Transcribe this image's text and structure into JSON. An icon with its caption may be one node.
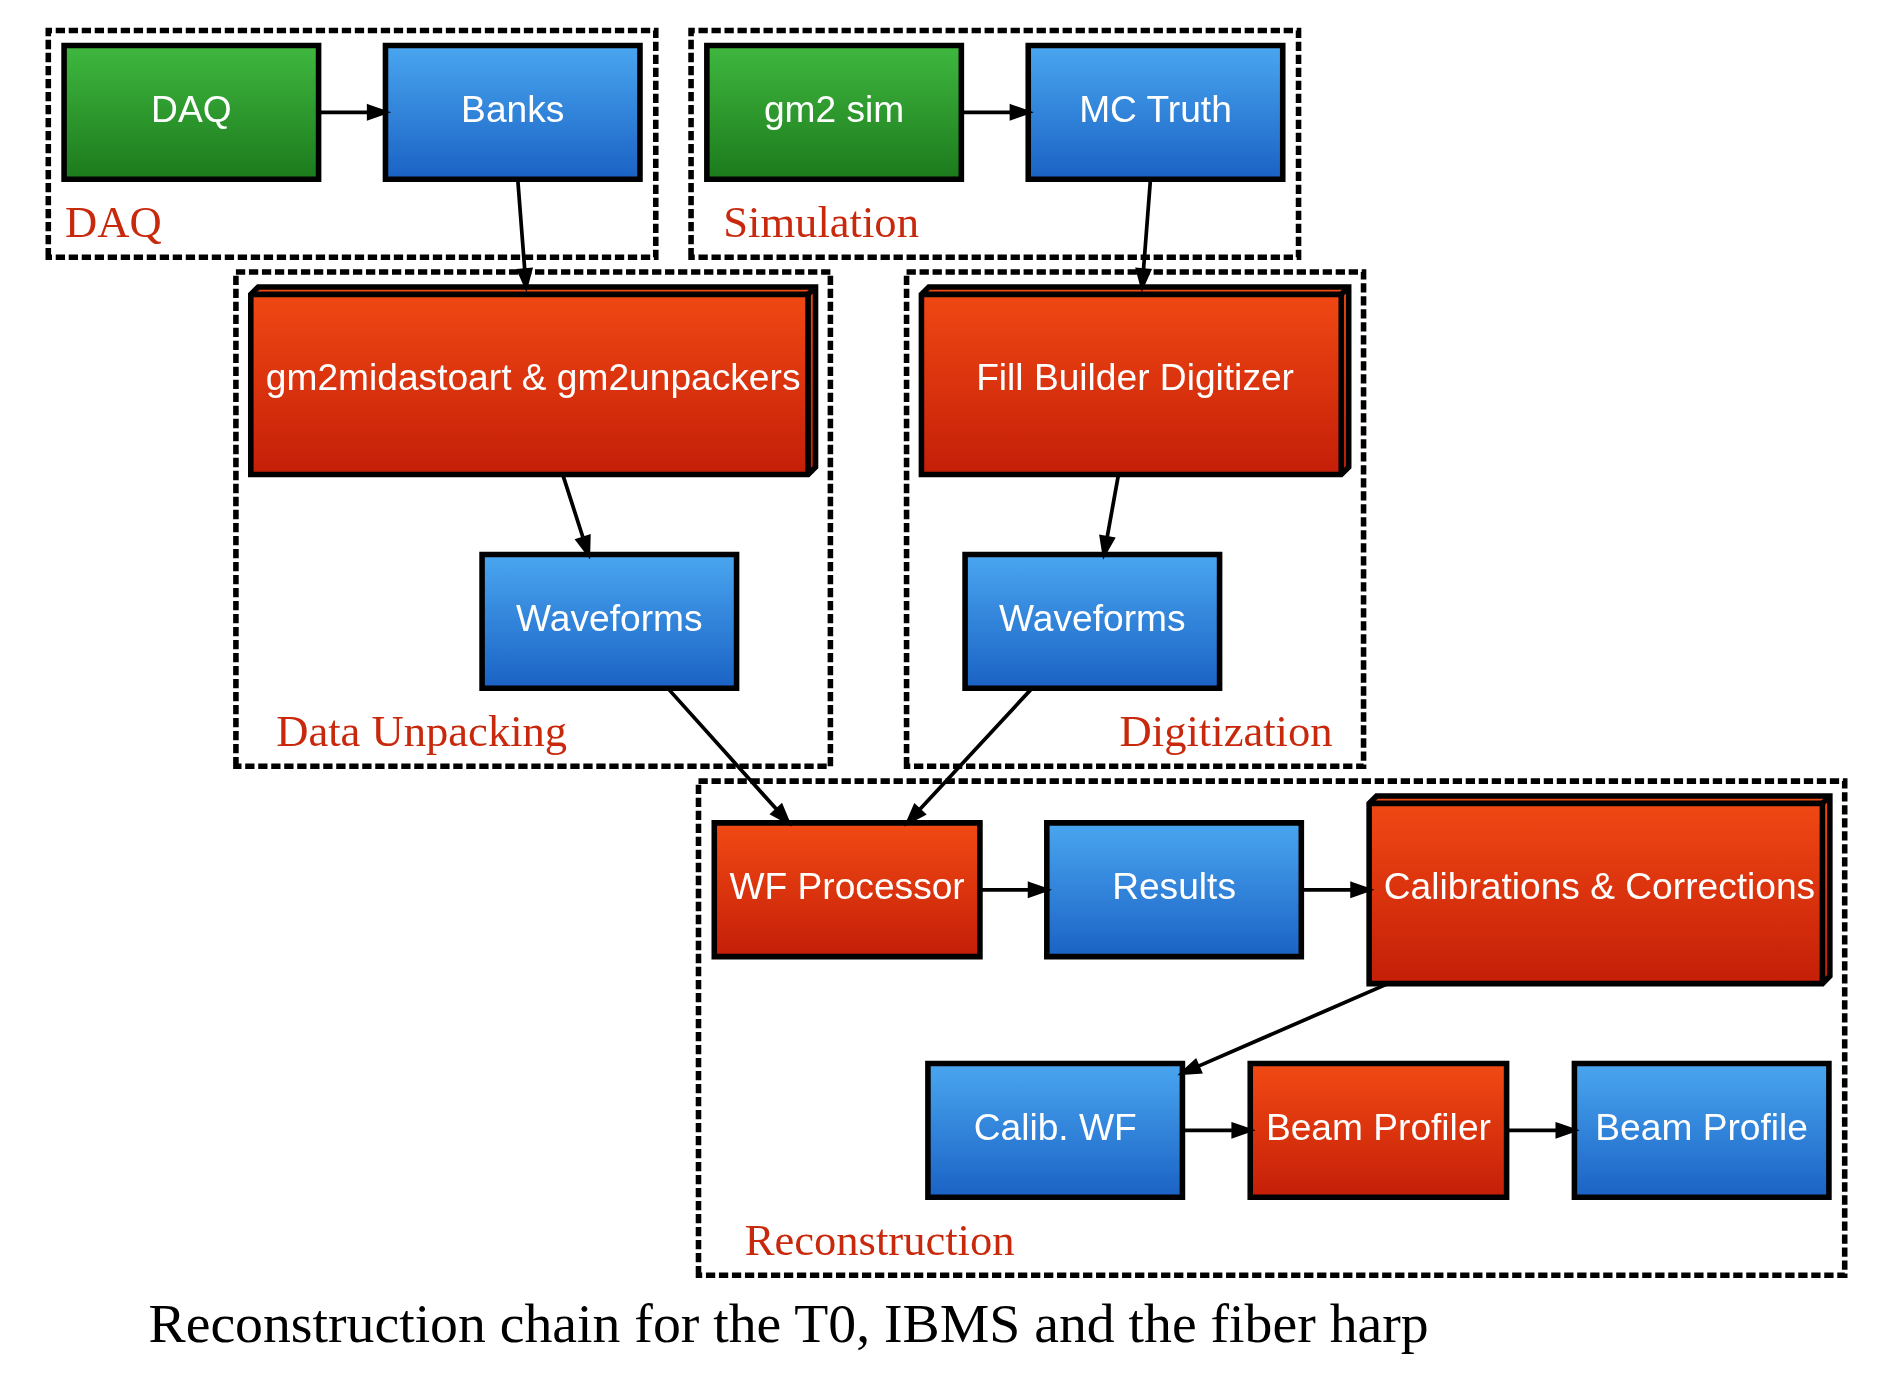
{
  "diagram": {
    "caption": "Reconstruction chain for the T0, IBMS and the fiber harp",
    "nodes": [
      {
        "text": [
          "DAQ"
        ]
      },
      {
        "text": [
          "DAQ"
        ],
        "in": 0
      },
      {
        "text": [
          "Banks"
        ],
        "in": 0
      },
      {
        "text": [
          "Simulation"
        ]
      },
      {
        "text": [
          "MC Truth"
        ],
        "in": 3
      },
      {
        "text": [
          "gm2 sim"
        ],
        "in": 3
      },
      {
        "text": [
          "Data Unpacking"
        ]
      },
      {
        "text": [
          "gm2midastoart & gm2unpackers"
        ],
        "in": 6
      },
      {
        "text": [
          "Waveforms"
        ],
        "in": 6
      },
      {
        "text": [
          "Digitization"
        ]
      },
      {
        "text": [
          "Fill Builder Digitizer"
        ],
        "in": 9
      },
      {
        "text": [
          "Waveforms"
        ],
        "in": 9
      },
      {
        "text": [
          "Reconstruction"
        ]
      },
      {
        "text": [
          "WF Processor"
        ],
        "in": 12
      },
      {
        "text": [
          "Results"
        ],
        "in": 12
      },
      {
        "text": [
          "Calibrations & Corrections"
        ],
        "in": 12
      },
      {
        "text": [
          "Calib. WF"
        ],
        "in": 12
      },
      {
        "text": [
          "Beam Profiler"
        ],
        "in": 12
      },
      {
        "text": [
          "Beam Profile"
        ],
        "in": 12
      }
    ],
    "edges": [
      {
        "from": 1,
        "to": 2,
        "arrow": "to"
      },
      {
        "from": 2,
        "to": 7,
        "arrow": "to"
      },
      {
        "from": 5,
        "to": 4,
        "arrow": "to"
      },
      {
        "from": 4,
        "to": 10,
        "arrow": "to"
      },
      {
        "from": 7,
        "to": 8,
        "arrow": "to"
      },
      {
        "from": 10,
        "to": 11,
        "arrow": "to"
      },
      {
        "from": 8,
        "to": 13,
        "arrow": "to"
      },
      {
        "from": 11,
        "to": 13,
        "arrow": "to"
      },
      {
        "from": 13,
        "to": 14,
        "arrow": "to"
      },
      {
        "from": 14,
        "to": 15,
        "arrow": "to"
      },
      {
        "from": 15,
        "to": 16,
        "arrow": "to"
      },
      {
        "from": 16,
        "to": 17,
        "arrow": "to"
      },
      {
        "from": 17,
        "to": 18,
        "arrow": "to"
      }
    ]
  }
}
